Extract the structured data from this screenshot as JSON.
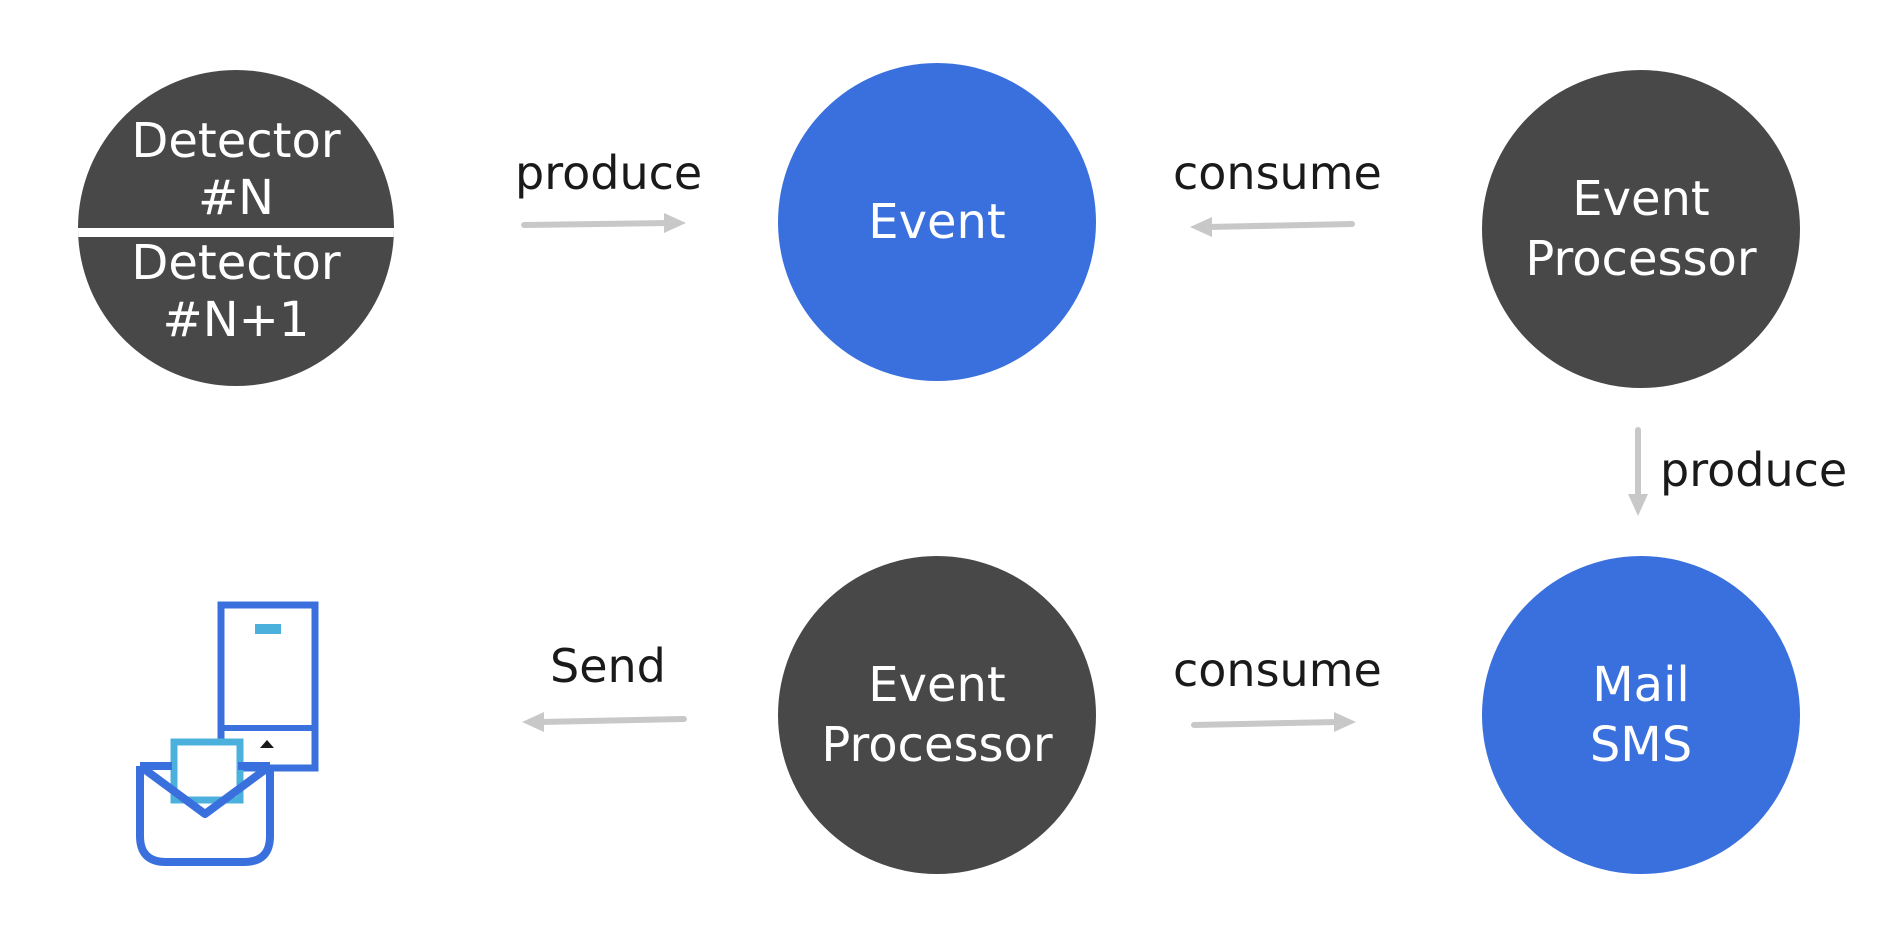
{
  "nodes": {
    "detector": {
      "top_lines": [
        "Detector",
        "#N"
      ],
      "bottom_lines": [
        "Detector",
        "#N+1"
      ]
    },
    "event": {
      "lines": [
        "Event"
      ]
    },
    "event_processor_top": {
      "lines": [
        "Event",
        "Processor"
      ]
    },
    "event_processor_bottom": {
      "lines": [
        "Event",
        "Processor"
      ]
    },
    "mail_sms": {
      "lines": [
        "Mail",
        "SMS"
      ]
    }
  },
  "edges": {
    "detector_to_event": "produce",
    "processor_to_event": "consume",
    "processor_to_mail": "produce",
    "processor_from_mail": "consume",
    "processor_to_device": "Send"
  },
  "icons": {
    "notification_device": "phone-and-mail-icon"
  },
  "colors": {
    "dark_node": "#484848",
    "blue_node": "#3a70dd",
    "arrow": "#c8c8c8",
    "device_outline": "#3a70dd",
    "device_accent": "#4cb0dc"
  }
}
